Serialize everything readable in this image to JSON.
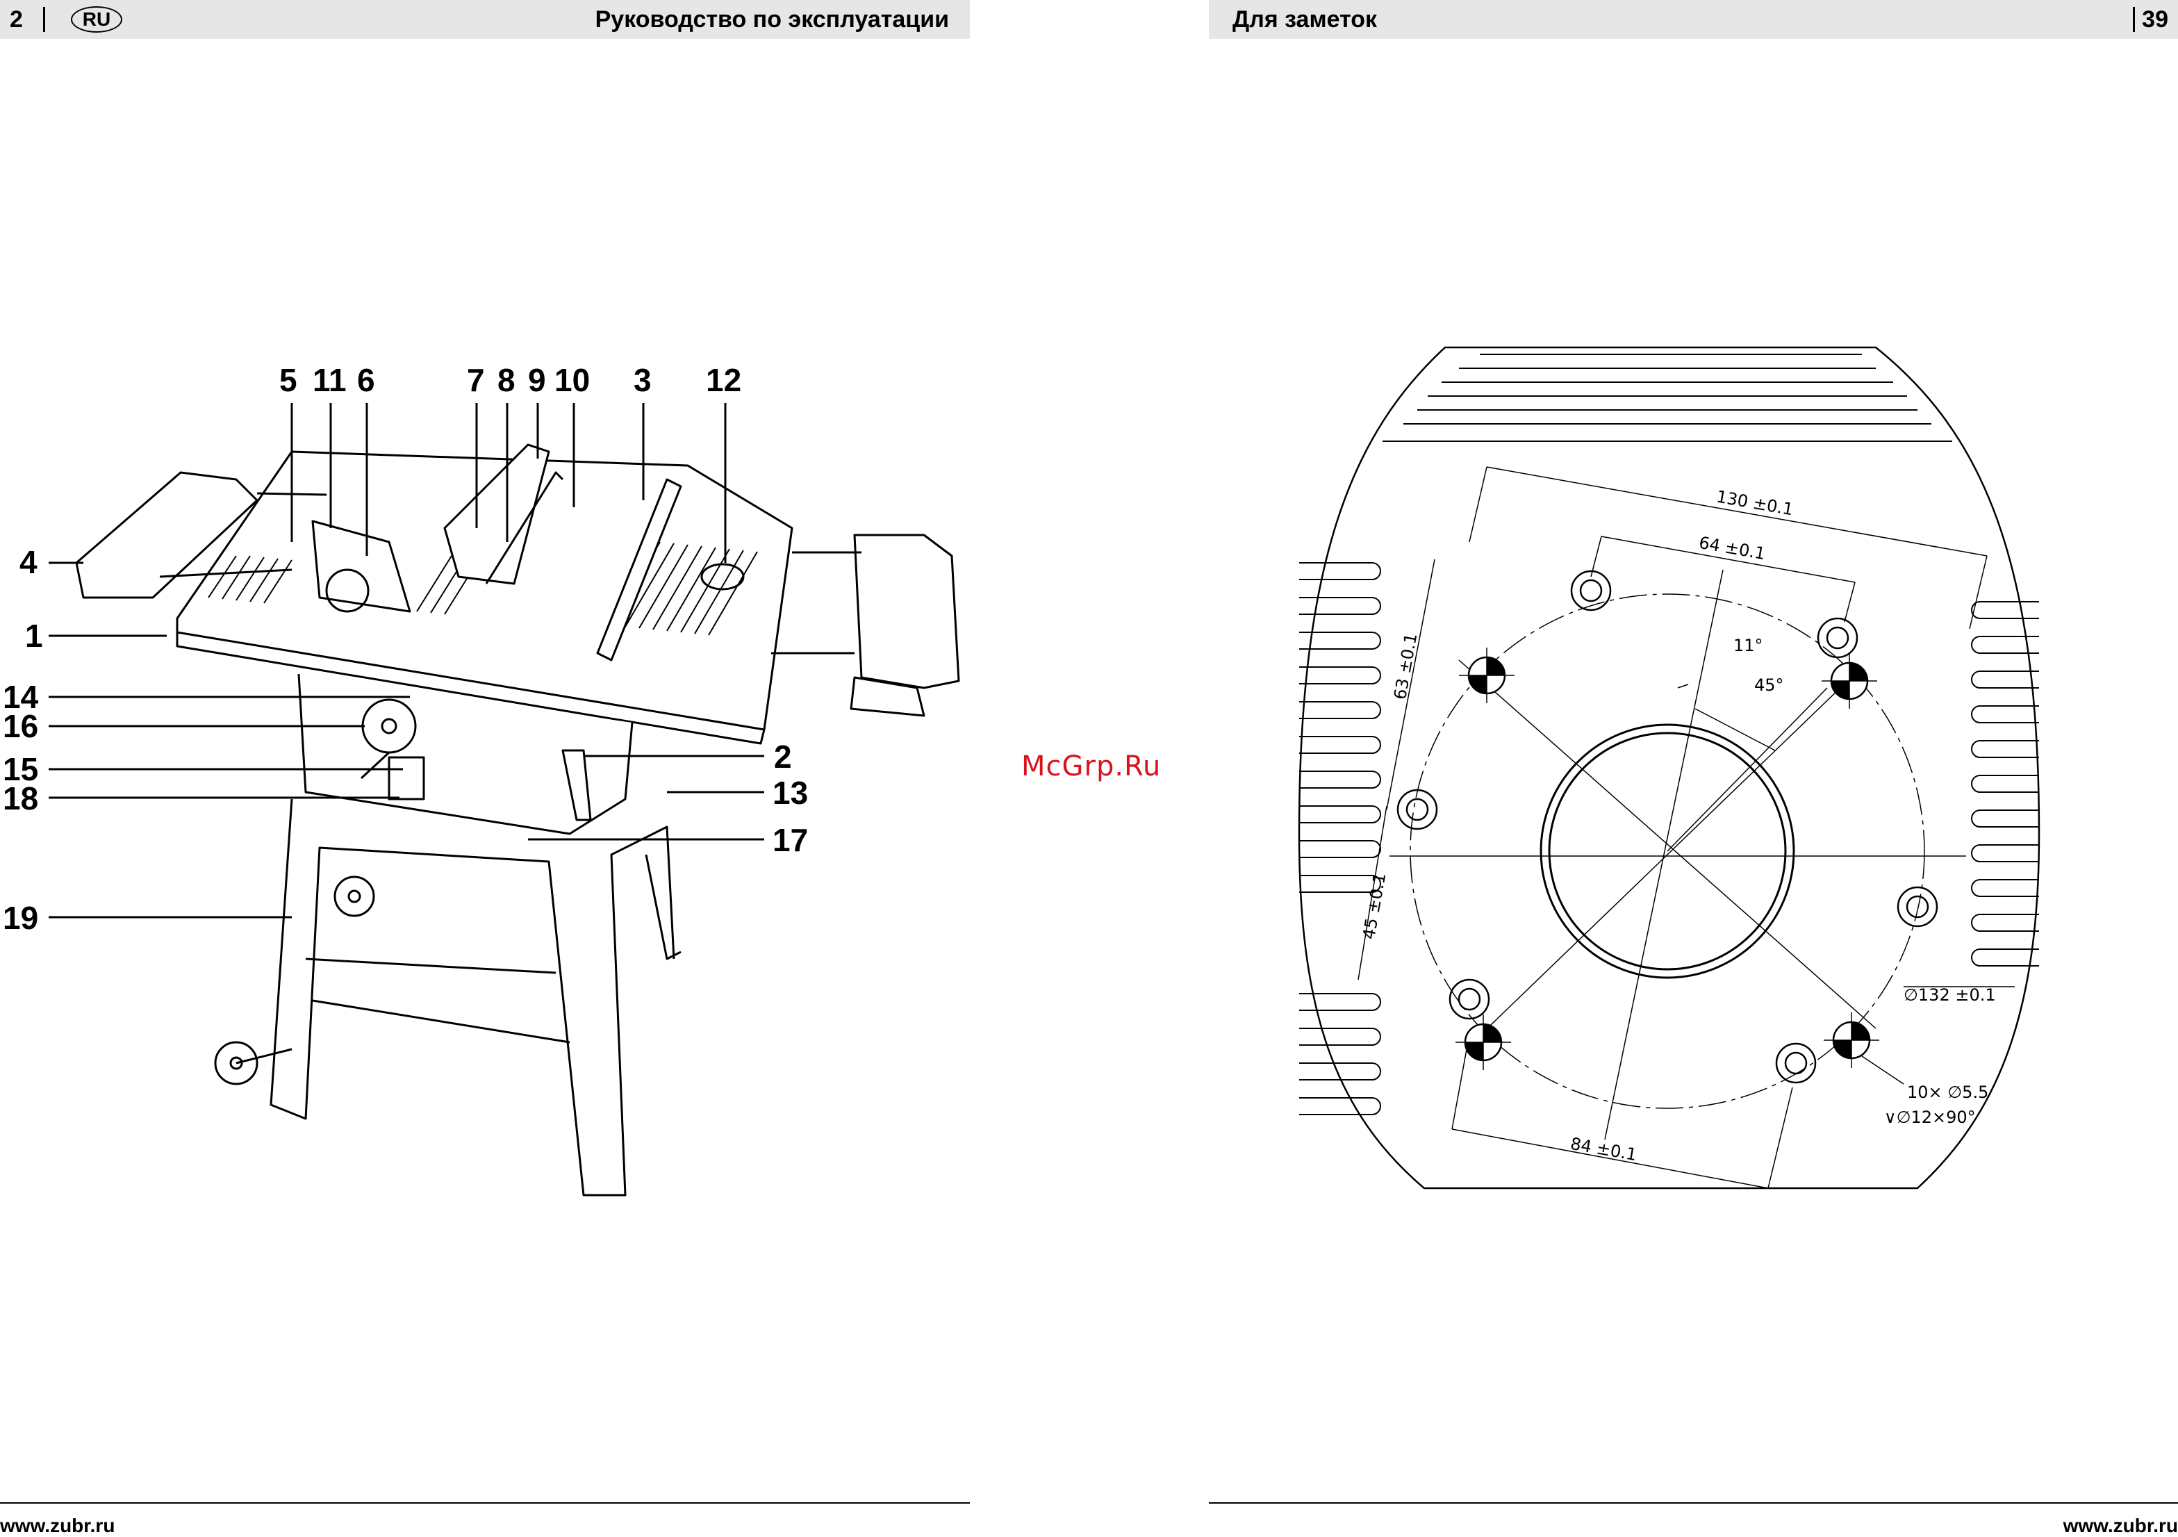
{
  "left_page": {
    "page_number": "2",
    "lang_badge": "RU",
    "header_title": "Руководство по эксплуатации",
    "footer_url": "www.zubr.ru",
    "callouts": {
      "c1": "1",
      "c2": "2",
      "c3": "3",
      "c4": "4",
      "c5": "5",
      "c6": "6",
      "c7": "7",
      "c8": "8",
      "c9": "9",
      "c10": "10",
      "c11": "11",
      "c12": "12",
      "c13": "13",
      "c14": "14",
      "c15": "15",
      "c16": "16",
      "c17": "17",
      "c18": "18",
      "c19": "19"
    }
  },
  "right_page": {
    "page_number": "39",
    "header_title": "Для заметок",
    "footer_url": "www.zubr.ru",
    "dimensions": {
      "d130": "130 ±0.1",
      "d64": "64 ±0.1",
      "d63": "63 ±0.1",
      "d45": "45 ±0.1",
      "d84": "84 ±0.1",
      "a11": "11°",
      "a45": "45°",
      "dia132": "∅132 ±0.1",
      "holes": "10× ∅5.5",
      "csk": "∨∅12×90°"
    }
  },
  "watermark": "McGrp.Ru"
}
